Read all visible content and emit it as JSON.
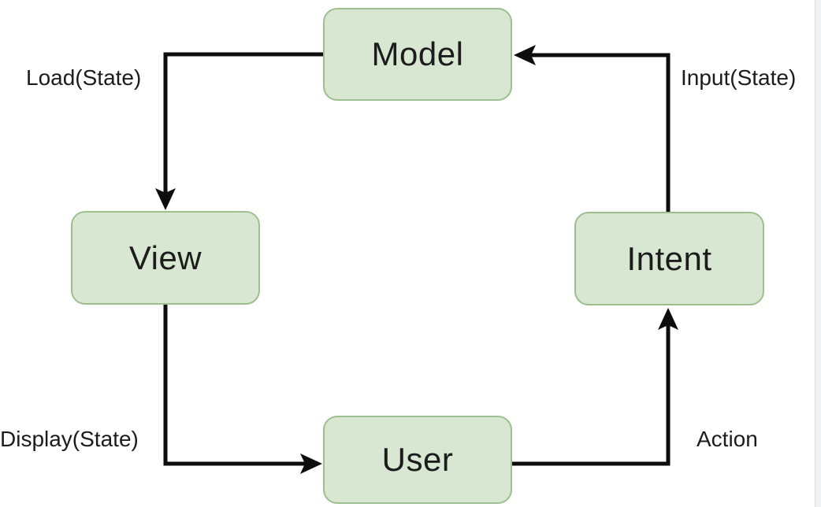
{
  "diagram": {
    "type": "flow-cycle",
    "nodes": [
      {
        "id": "model",
        "label": "Model"
      },
      {
        "id": "view",
        "label": "View"
      },
      {
        "id": "intent",
        "label": "Intent"
      },
      {
        "id": "user",
        "label": "User"
      }
    ],
    "edges": [
      {
        "from": "model",
        "to": "view",
        "label": "Load(State)"
      },
      {
        "from": "view",
        "to": "user",
        "label": "Display(State)"
      },
      {
        "from": "user",
        "to": "intent",
        "label": "Action"
      },
      {
        "from": "intent",
        "to": "model",
        "label": "Input(State)"
      }
    ],
    "colors": {
      "node_fill": "#d8e7d1",
      "node_border": "#9dbf8f",
      "edge": "#0d0d0d",
      "label_text": "#1c1c1c",
      "background": "#ffffff",
      "right_strip": "#f1f2f4"
    }
  }
}
